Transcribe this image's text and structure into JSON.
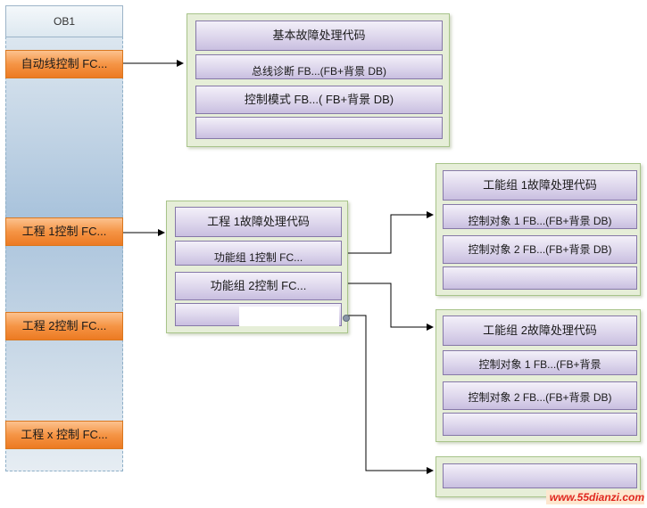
{
  "ob1": {
    "title": "OB1",
    "items": [
      "自动线控制 FC...",
      "工程 1控制 FC...",
      "工程 2控制 FC...",
      "工程 x 控制 FC..."
    ]
  },
  "panel_basic": {
    "title": "基本故障处理代码",
    "rows": [
      "总线诊断 FB...(FB+背景 DB)",
      "控制模式 FB...( FB+背景 DB)",
      ""
    ]
  },
  "panel_project1": {
    "title": "工程 1故障处理代码",
    "rows": [
      "功能组 1控制 FC...",
      "功能组 2控制 FC...",
      ""
    ]
  },
  "panel_group1": {
    "title": "工能组 1故障处理代码",
    "rows": [
      "控制对象 1 FB...(FB+背景 DB)",
      "控制对象 2 FB...(FB+背景 DB)",
      ""
    ]
  },
  "panel_group2": {
    "title": "工能组 2故障处理代码",
    "rows": [
      "控制对象 1 FB...(FB+背景",
      "控制对象 2 FB...(FB+背景 DB)",
      ""
    ]
  },
  "panel_extra": {
    "rows": [
      ""
    ]
  },
  "watermark": "www.55dianzi.com"
}
